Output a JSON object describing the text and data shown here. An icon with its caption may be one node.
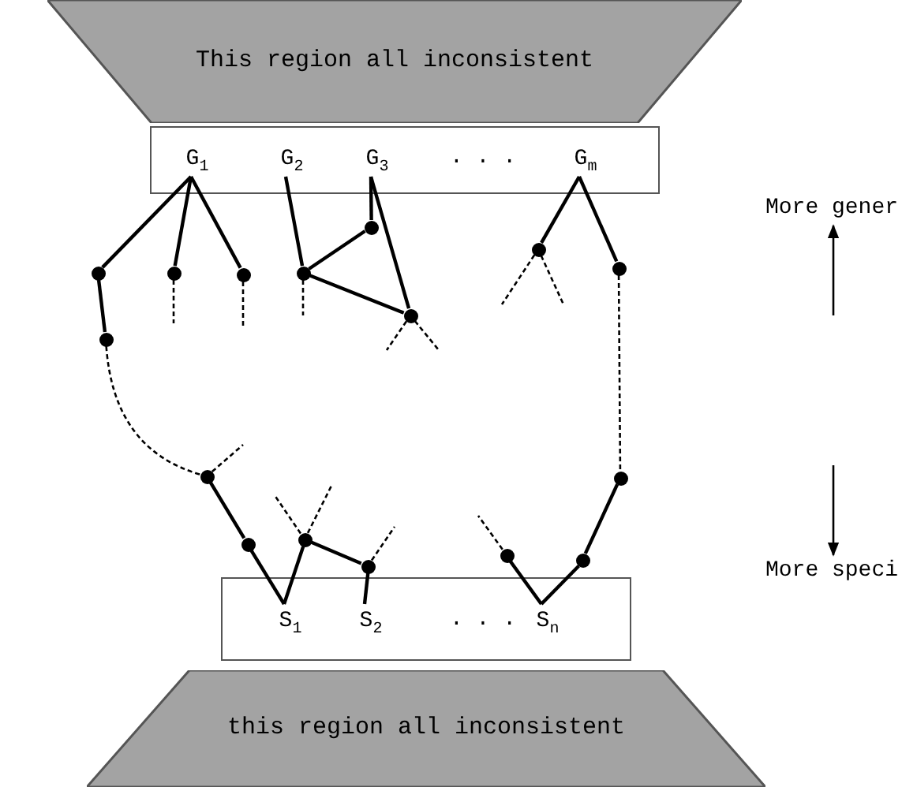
{
  "diagram": {
    "nodes": [
      {
        "text": [
          "This region all inconsistent"
        ]
      },
      {
        "text": [],
        "shape": "box"
      },
      {
        "text": [
          "G$_{1}$"
        ],
        "in": 1
      },
      {
        "text": [
          "G$_{2}$"
        ],
        "in": 1
      },
      {
        "text": [
          "G$_{3}$"
        ],
        "in": 1
      },
      {
        "text": [
          "G$_{m}$"
        ],
        "in": 1
      },
      {
        "text": [],
        "shape": "circle"
      },
      {
        "text": [],
        "shape": "circle"
      },
      {
        "text": [],
        "shape": "circle"
      },
      {
        "text": [],
        "shape": "circle"
      },
      {
        "text": [],
        "shape": "circle"
      },
      {
        "text": [],
        "shape": "circle"
      },
      {
        "text": [],
        "shape": "circle"
      },
      {
        "text": [],
        "shape": "circle"
      },
      {
        "text": [],
        "shape": "circle"
      },
      {
        "text": [],
        "shape": "circle"
      },
      {
        "text": [],
        "shape": "circle"
      },
      {
        "text": [],
        "shape": "circle"
      },
      {
        "text": [],
        "shape": "circle"
      },
      {
        "text": [],
        "shape": "circle"
      },
      {
        "text": [],
        "shape": "circle"
      },
      {
        "text": [],
        "shape": "circle"
      },
      {
        "text": [],
        "shape": "box"
      },
      {
        "text": [
          "S$_{1}$"
        ],
        "in": 22
      },
      {
        "text": [
          "S$_{2}$"
        ],
        "in": 22
      },
      {
        "text": [
          "S$_{n}$"
        ],
        "in": 22
      },
      {
        "text": [
          "this region all inconsistent"
        ]
      }
    ],
    "edges": [
      {
        "from": 2,
        "to": 6,
        "arrow": "none"
      },
      {
        "from": 6,
        "to": 7,
        "arrow": "none"
      },
      {
        "from": 2,
        "to": 8,
        "arrow": "none"
      },
      {
        "from": 2,
        "to": 9,
        "arrow": "none"
      },
      {
        "from": 3,
        "to": 10,
        "arrow": "none"
      },
      {
        "from": 4,
        "to": 11,
        "arrow": "none"
      },
      {
        "from": 10,
        "to": 11,
        "arrow": "none"
      },
      {
        "from": 10,
        "to": 12,
        "arrow": "none"
      },
      {
        "from": 4,
        "to": 12,
        "arrow": "none"
      },
      {
        "from": 5,
        "to": 13,
        "arrow": "none"
      },
      {
        "from": 5,
        "to": 14,
        "arrow": "none"
      },
      {
        "from": 7,
        "to": 15,
        "arrow": "none",
        "style": "dashed"
      },
      {
        "from": 14,
        "to": 21,
        "arrow": "none",
        "style": "dashed"
      },
      {
        "from": 15,
        "to": 16,
        "arrow": "none"
      },
      {
        "from": 16,
        "to": 23,
        "arrow": "none"
      },
      {
        "from": 23,
        "to": 17,
        "arrow": "none"
      },
      {
        "from": 17,
        "to": 18,
        "arrow": "none"
      },
      {
        "from": 18,
        "to": 24,
        "arrow": "none"
      },
      {
        "from": 25,
        "to": 19,
        "arrow": "none"
      },
      {
        "from": 25,
        "to": 20,
        "arrow": "none"
      },
      {
        "from": 20,
        "to": 21,
        "arrow": "none"
      },
      {
        "from": 8,
        "to": null,
        "arrow": "none",
        "style": "dashed"
      },
      {
        "from": 9,
        "to": null,
        "arrow": "none",
        "style": "dashed"
      },
      {
        "from": 10,
        "to": null,
        "arrow": "none",
        "style": "dashed"
      },
      {
        "from": 12,
        "to": null,
        "arrow": "none",
        "style": "dashed"
      },
      {
        "from": 12,
        "to": null,
        "arrow": "none",
        "style": "dashed"
      },
      {
        "from": 13,
        "to": null,
        "arrow": "none",
        "style": "dashed"
      },
      {
        "from": 13,
        "to": null,
        "arrow": "none",
        "style": "dashed"
      },
      {
        "from": 15,
        "to": null,
        "arrow": "none",
        "style": "dashed"
      },
      {
        "from": 17,
        "to": null,
        "arrow": "none",
        "style": "dashed"
      },
      {
        "from": 17,
        "to": null,
        "arrow": "none",
        "style": "dashed"
      },
      {
        "from": 18,
        "to": null,
        "arrow": "none",
        "style": "dashed"
      },
      {
        "from": 19,
        "to": null,
        "arrow": "none",
        "style": "dashed"
      }
    ],
    "labels": [
      ". . .",
      "More gener",
      "More speci",
      ". . ."
    ]
  }
}
